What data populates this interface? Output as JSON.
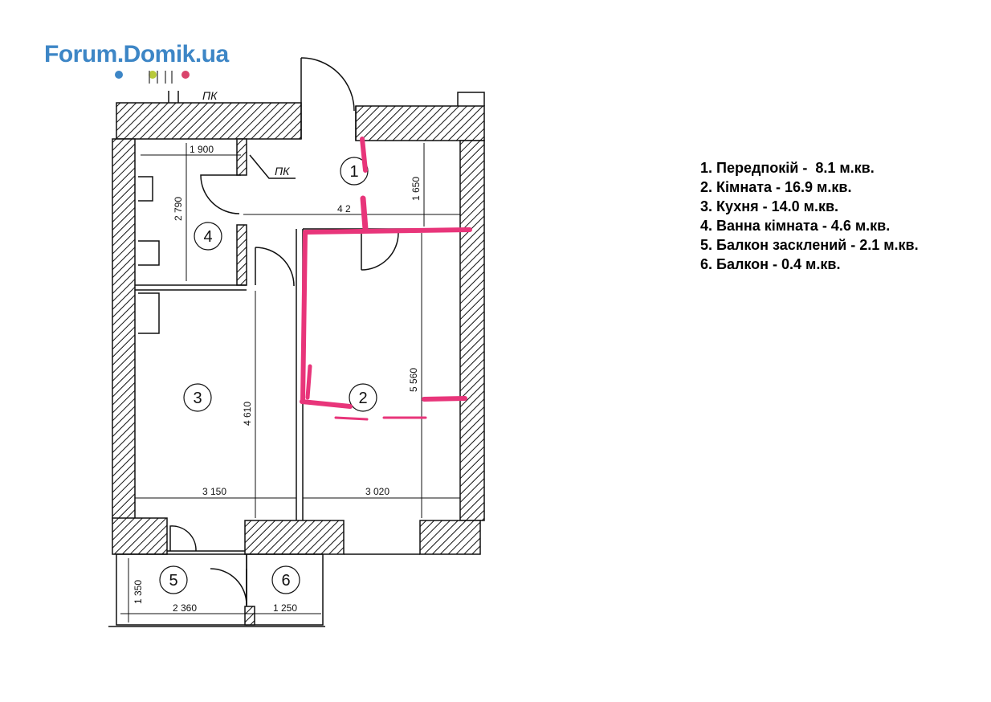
{
  "logo": {
    "text": "Forum.Domik.ua",
    "dot_colors": [
      "#3d86c6",
      "#b8c93a",
      "#d9446b"
    ]
  },
  "legend": {
    "items": [
      "1. Передпокій -  8.1 м.кв.",
      "2. Кімната - 16.9 м.кв.",
      "3. Кухня - 14.0 м.кв.",
      "4. Ванна кімната - 4.6 м.кв.",
      "5. Балкон засклений - 2.1 м.кв.",
      "6. Балкон - 0.4 м.кв."
    ]
  },
  "plan": {
    "room_numbers": [
      "1",
      "2",
      "3",
      "4",
      "5",
      "6"
    ],
    "dimensions": {
      "bath_width": "1 900",
      "bath_height": "2 790",
      "hall_length": "4 2",
      "hall_height": "1 650",
      "room_height": "5 560",
      "kitchen_height": "4 610",
      "kitchen_width": "3 150",
      "room_width": "3 020",
      "balcony_height": "1 350",
      "balcony5_width": "2 360",
      "balcony6_width": "1 250"
    },
    "labels": {
      "pk_top": "ПК",
      "pk_bath": "ПК"
    },
    "colors": {
      "markup": "#e8357a",
      "wall_line": "#111111",
      "logo": "#3d86c6"
    }
  }
}
